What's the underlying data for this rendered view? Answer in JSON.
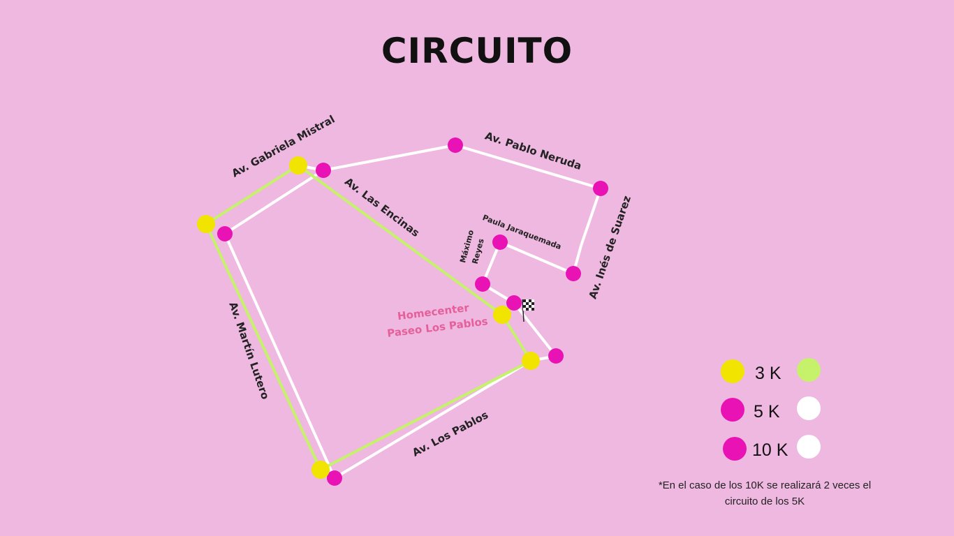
{
  "title": "CIRCUITO",
  "colors": {
    "background": "#efb8e0",
    "yellow_checkpoint": "#f1e400",
    "pink_checkpoint": "#e912b4",
    "route_3k": "#c5f26a",
    "route_5k": "#ffffff"
  },
  "streets": {
    "gabriela_mistral": "Av. Gabriela Mistral",
    "las_encinas": "Av. Las Encinas",
    "pablo_neruda": "Av. Pablo Neruda",
    "ines_de_suarez": "Av. Inés de Suarez",
    "paula_jaraquemada": "Paula Jaraquemada",
    "maximo": "Máximo",
    "reyes": "Reyes",
    "martin_lutero": "Av. Martín Lutero",
    "los_pablos": "Av. Los Pablos"
  },
  "venue": {
    "line1": "Homecenter",
    "line2": "Paseo Los Pablos"
  },
  "legend": {
    "label_3k": "3 K",
    "label_5k": "5 K",
    "label_10k": "10 K"
  },
  "note": {
    "line1": "*En el caso de los 10K se realizará 2 veces el",
    "line2": "circuito de los 5K"
  },
  "icons": {
    "finish": "checkered-flag-icon"
  }
}
